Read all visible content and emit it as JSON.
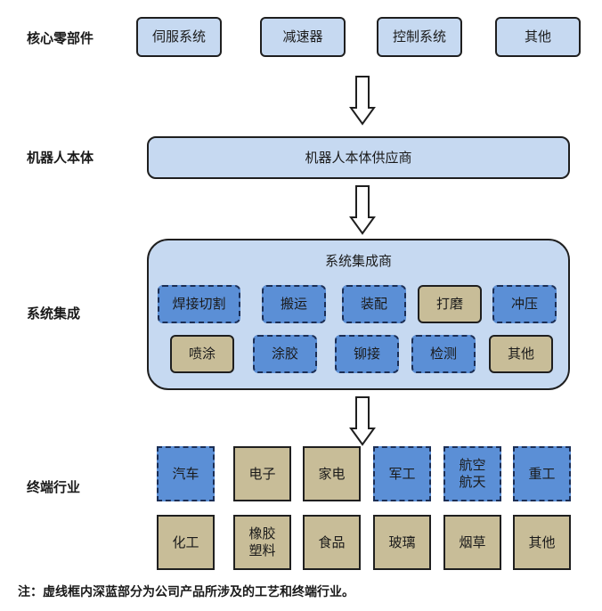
{
  "rows": {
    "core_parts": "核心零部件",
    "robot_body": "机器人本体",
    "integration": "系统集成",
    "end_industry": "终端行业"
  },
  "core_items": [
    "伺服系统",
    "减速器",
    "控制系统",
    "其他"
  ],
  "body_supplier": "机器人本体供应商",
  "integrator": {
    "title": "系统集成商",
    "row1": [
      "焊接切割",
      "搬运",
      "装配",
      "打磨",
      "冲压"
    ],
    "row2": [
      "喷涂",
      "涂胶",
      "铆接",
      "检测",
      "其他"
    ]
  },
  "industries": {
    "row1": [
      "汽车",
      "电子",
      "家电",
      "军工",
      "航空\n航天",
      "重工"
    ],
    "row2": [
      "化工",
      "橡胶\n塑料",
      "食品",
      "玻璃",
      "烟草",
      "其他"
    ]
  },
  "note": "注：虚线框内深蓝部分为公司产品所涉及的工艺和终端行业。",
  "colors": {
    "light_blue": "#c6d9f1",
    "deep_blue_dashed": "#5b8fd6",
    "tan": "#c8bd98"
  }
}
